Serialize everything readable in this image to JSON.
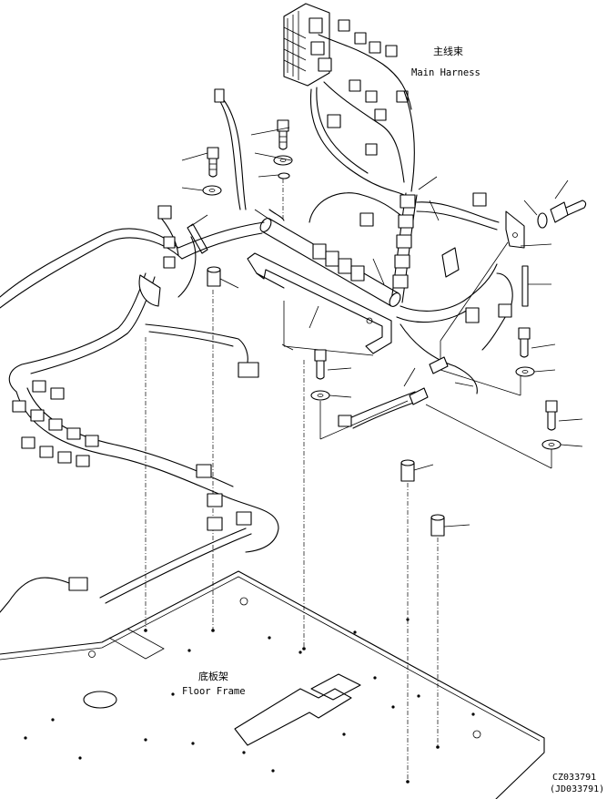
{
  "labels": {
    "main_harness_cn": "主线束",
    "main_harness_en": "Main Harness",
    "floor_frame_cn": "底板架",
    "floor_frame_en": "Floor Frame"
  },
  "drawing_codes": {
    "primary": "CZ033791",
    "secondary": "(JD033791)"
  },
  "colors": {
    "line": "#000000",
    "background": "#ffffff"
  }
}
